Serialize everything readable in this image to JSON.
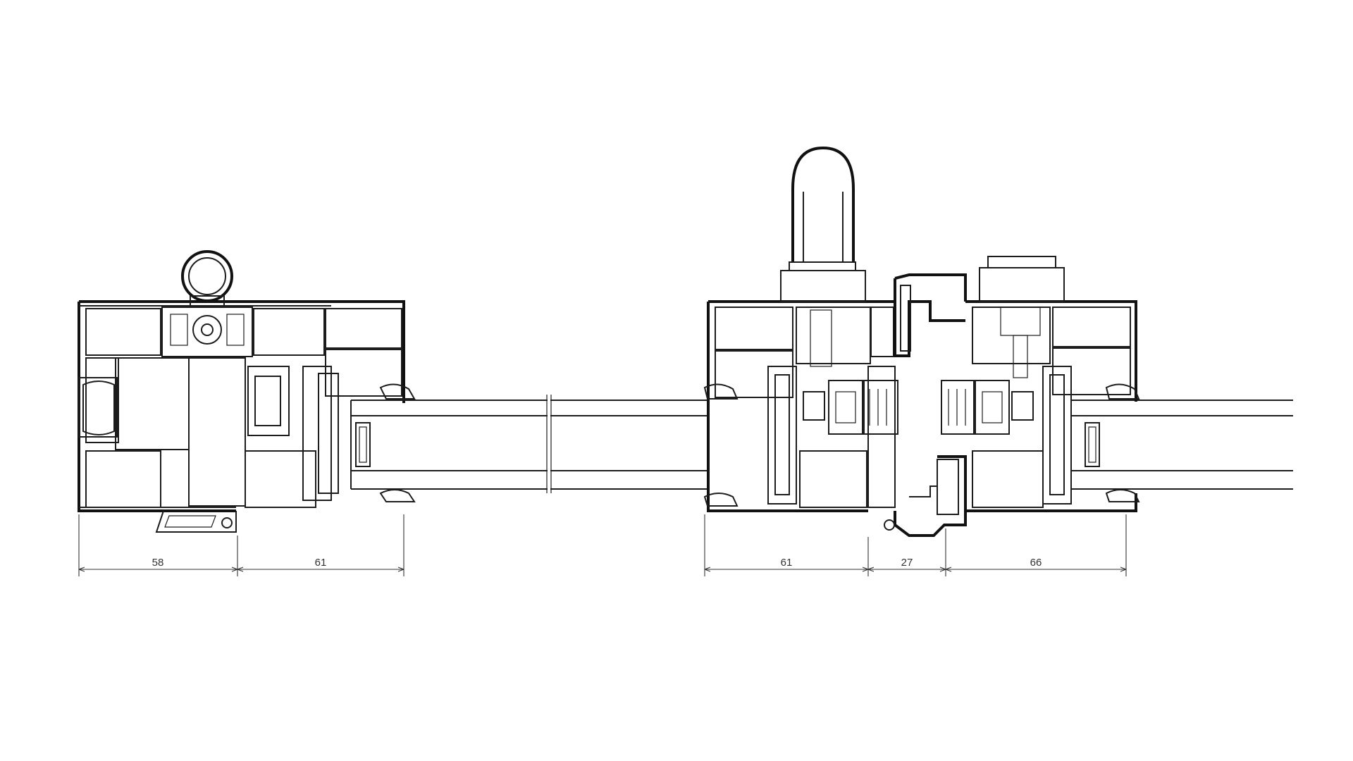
{
  "dimensions": {
    "left_frame_a": "58",
    "left_frame_b": "61",
    "right_frame_a": "61",
    "right_mullion": "27",
    "right_frame_b": "66"
  },
  "colors": {
    "background": "#ffffff",
    "line": "#1c1c1c",
    "dimension": "#333333"
  }
}
